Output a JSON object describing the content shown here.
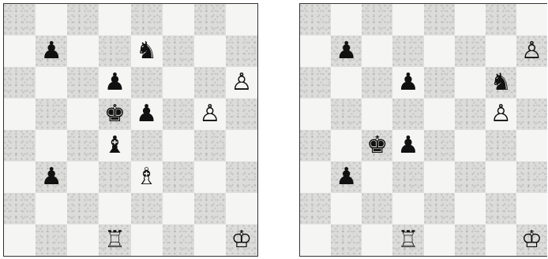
{
  "boards": [
    {
      "id": "left",
      "pieces": [
        {
          "square": "b7",
          "glyph": "♟",
          "name": "black-pawn"
        },
        {
          "square": "e7",
          "glyph": "♞",
          "name": "black-knight"
        },
        {
          "square": "d6",
          "glyph": "♟",
          "name": "black-pawn"
        },
        {
          "square": "h6",
          "glyph": "♙",
          "name": "white-pawn"
        },
        {
          "square": "d5",
          "glyph": "♚",
          "name": "black-king"
        },
        {
          "square": "e5",
          "glyph": "♟",
          "name": "black-pawn"
        },
        {
          "square": "g5",
          "glyph": "♙",
          "name": "white-pawn"
        },
        {
          "square": "d4",
          "glyph": "♝",
          "name": "black-bishop"
        },
        {
          "square": "b3",
          "glyph": "♟",
          "name": "black-pawn"
        },
        {
          "square": "e3",
          "glyph": "♗",
          "name": "white-bishop"
        },
        {
          "square": "d1",
          "glyph": "♖",
          "name": "white-rook"
        },
        {
          "square": "h1",
          "glyph": "♔",
          "name": "white-king"
        }
      ]
    },
    {
      "id": "right",
      "pieces": [
        {
          "square": "b7",
          "glyph": "♟",
          "name": "black-pawn"
        },
        {
          "square": "h7",
          "glyph": "♙",
          "name": "white-pawn"
        },
        {
          "square": "d6",
          "glyph": "♟",
          "name": "black-pawn"
        },
        {
          "square": "g6",
          "glyph": "♞",
          "name": "black-knight"
        },
        {
          "square": "g5",
          "glyph": "♙",
          "name": "white-pawn"
        },
        {
          "square": "c4",
          "glyph": "♚",
          "name": "black-king"
        },
        {
          "square": "d4",
          "glyph": "♟",
          "name": "black-pawn"
        },
        {
          "square": "b3",
          "glyph": "♟",
          "name": "black-pawn"
        },
        {
          "square": "d1",
          "glyph": "♖",
          "name": "white-rook"
        },
        {
          "square": "h1",
          "glyph": "♔",
          "name": "white-king"
        }
      ]
    }
  ]
}
